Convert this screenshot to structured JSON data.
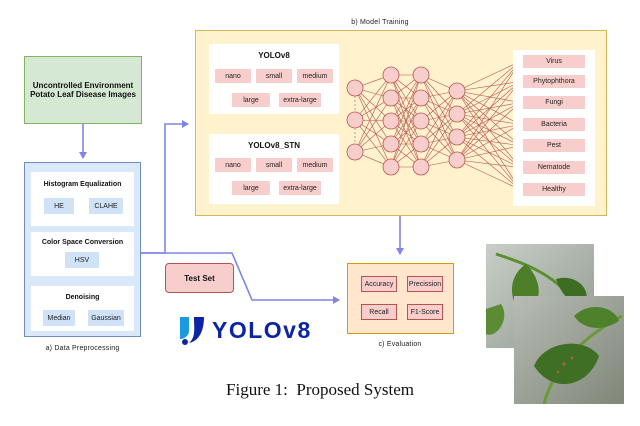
{
  "input": {
    "line1": "Uncontrolled Environment",
    "line2": "Potato Leaf Disease Images"
  },
  "preprocessing": {
    "caption": "a) Data Preprocessing",
    "histogram": {
      "title": "Histogram Equalization",
      "items": [
        "HE",
        "CLAHE"
      ]
    },
    "color": {
      "title": "Color Space Conversion",
      "items": [
        "HSV"
      ]
    },
    "denoise": {
      "title": "Denoising",
      "items": [
        "Median",
        "Gaussian"
      ]
    }
  },
  "training": {
    "caption": "b) Model Training",
    "yolov8": {
      "title": "YOLOv8",
      "variants": [
        "nano",
        "small",
        "medium",
        "large",
        "extra-large"
      ]
    },
    "yolov8_stn": {
      "title": "YOLOv8_STN",
      "variants": [
        "nano",
        "small",
        "medium",
        "large",
        "extra-large"
      ]
    },
    "classes": [
      "Virus",
      "Phytophthora",
      "Fungi",
      "Bacteria",
      "Pest",
      "Nematode",
      "Healthy"
    ]
  },
  "test_set": "Test Set",
  "evaluation": {
    "caption": "c) Evaluation",
    "metrics": [
      "Accuracy",
      "Precission",
      "Recall",
      "F1-Score"
    ]
  },
  "logo": {
    "text": "YOLOv8",
    "color": "#0b23a5"
  },
  "figure_caption": "Figure 1:  Proposed System",
  "colors": {
    "arrow": "#7f86e6",
    "network": "#b85450",
    "node": "#f8cecc",
    "panel": "#fff2cc",
    "panel_border": "#d6b656",
    "preproc": "#dae8fc",
    "input": "#d5e8d4"
  }
}
